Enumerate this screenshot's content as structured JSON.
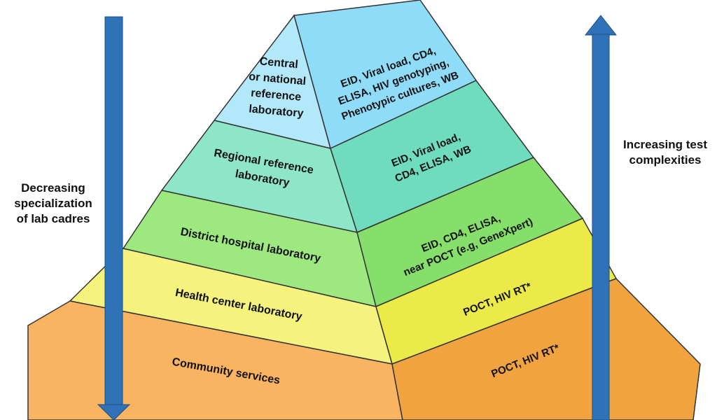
{
  "left_axis": {
    "label_lines": [
      "Decreasing",
      "specialization",
      "of lab cadres"
    ],
    "arrow_direction": "down",
    "arrow_color": "#2f72b8"
  },
  "right_axis": {
    "label_lines": [
      "Increasing test",
      "complexities"
    ],
    "arrow_direction": "up",
    "arrow_color": "#2f72b8"
  },
  "tiers": [
    {
      "level": "Central or national reference laboratory",
      "level_lines": [
        "Central",
        "or national",
        "reference",
        "laboratory"
      ],
      "tests_lines": [
        "EID, Viral load, CD4,",
        "ELISA, HIV genotyping,",
        "Phenotypic cultures, WB"
      ],
      "left_color": "#b3e8fb",
      "right_color": "#8fdcf9"
    },
    {
      "level": "Regional reference laboratory",
      "level_lines": [
        "Regional reference",
        "laboratory"
      ],
      "tests_lines": [
        "EID, Viral load,",
        "CD4, ELISA, WB"
      ],
      "left_color": "#8ee6c9",
      "right_color": "#6fdcbd"
    },
    {
      "level": "District hospital laboratory",
      "level_lines": [
        "District hospital laboratory"
      ],
      "tests_lines": [
        "EID, CD4, ELISA,",
        "near POCT (e.g, GeneXpert)"
      ],
      "left_color": "#9ee880",
      "right_color": "#86df6a"
    },
    {
      "level": "Health center laboratory",
      "level_lines": [
        "Health center laboratory"
      ],
      "tests_lines": [
        "POCT, HIV RT*"
      ],
      "left_color": "#f5f27e",
      "right_color": "#ecea48"
    },
    {
      "level": "Community services",
      "level_lines": [
        "Community services"
      ],
      "tests_lines": [
        "POCT, HIV RT*"
      ],
      "left_color": "#f8b460",
      "right_color": "#f1a33f"
    }
  ]
}
